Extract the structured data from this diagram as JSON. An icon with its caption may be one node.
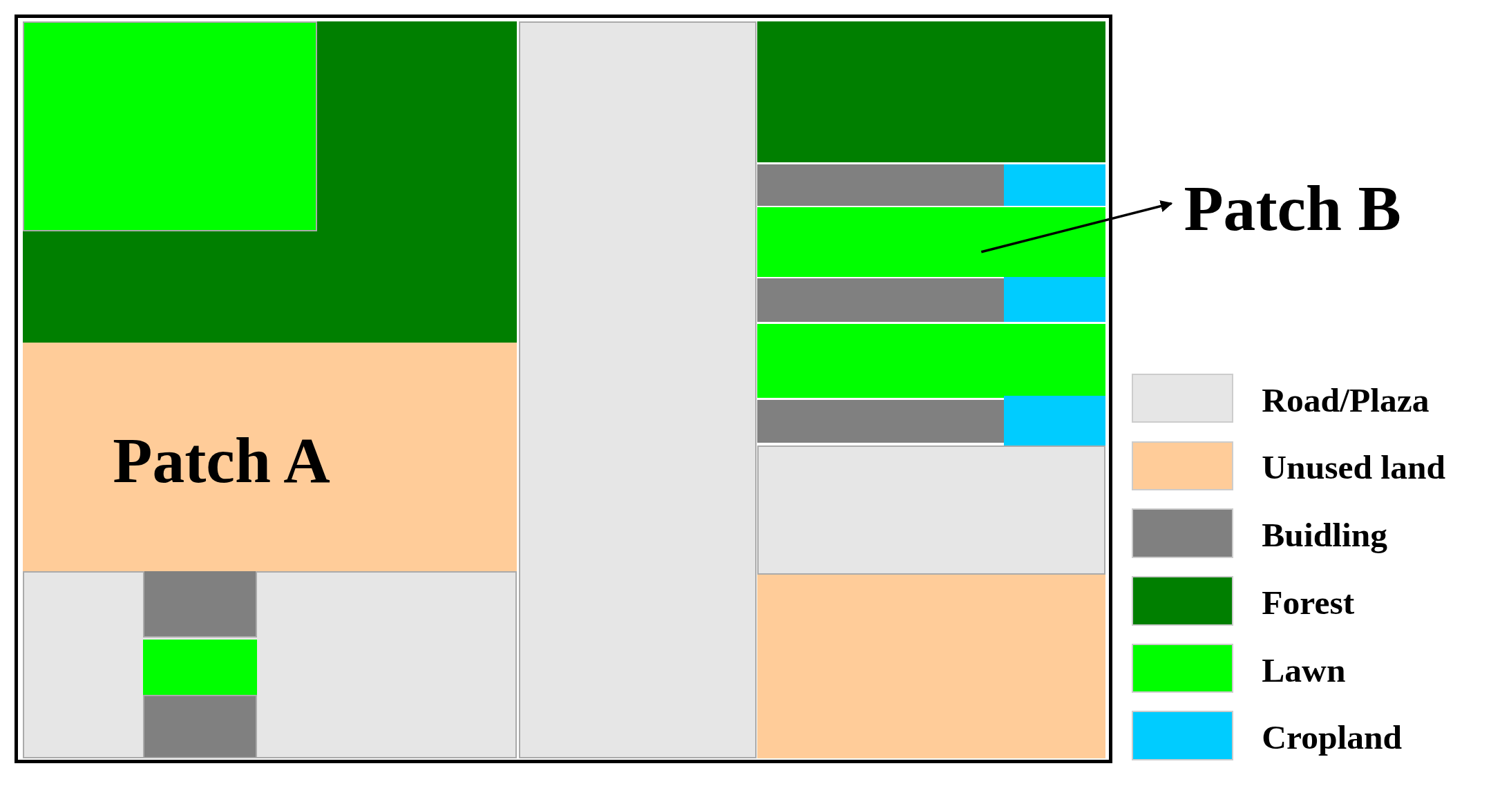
{
  "diagram": {
    "nodes": [
      {
        "text": [
          "Patch B"
        ]
      },
      {
        "text": [],
        "shape": "box"
      },
      {
        "text": [
          "Patch A"
        ]
      }
    ],
    "edges": [
      {
        "from": 1,
        "to": 0,
        "arrow": "to"
      }
    ],
    "legend": [
      {
        "text": "Road/Plaza",
        "color": "#e6e6e6"
      },
      {
        "text": "Unused land",
        "color": "#ffcc99"
      },
      {
        "text": "Buidling",
        "color": "#808080"
      },
      {
        "text": "Forest",
        "color": "#007f00"
      },
      {
        "text": "Lawn",
        "color": "#00ff00"
      },
      {
        "text": "Cropland",
        "color": "#00ccff"
      }
    ]
  }
}
